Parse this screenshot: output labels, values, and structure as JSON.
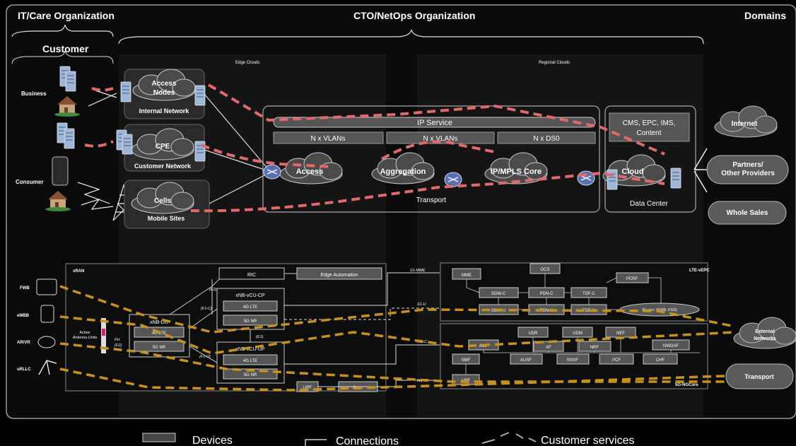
{
  "headers": {
    "it_care": "IT/Care Organization",
    "cto": "CTO/NetOps Organization",
    "domains": "Domains",
    "customer": "Customer",
    "edge_clouds": "Edge Clouds",
    "regional_clouds": "Regional Clouds"
  },
  "customers": {
    "business": "Business",
    "consumer": "Consumer"
  },
  "sites": {
    "access_nodes_line1": "Access",
    "access_nodes_line2": "Nodes",
    "internal_network": "Internal Network",
    "cpe": "CPE",
    "customer_network": "Customer Network",
    "cells": "Cells",
    "mobile_sites": "Mobile Sites"
  },
  "transport_block": {
    "ip_service": "IP Service",
    "vlans_1": "N x VLANs",
    "vlans_2": "N x VLANs",
    "ds0": "N x DS0",
    "access": "Access",
    "aggregation": "Aggregation",
    "ip_mpls_core": "IP/MPLS Core",
    "transport": "Transport"
  },
  "datacenter": {
    "content_line1": "CMS, EPC, IMS,",
    "content_line2": "Content",
    "cloud": "Cloud",
    "label": "Data Center"
  },
  "domains": {
    "internet": "Internet",
    "partners_line1": "Partners/",
    "partners_line2": "Other Providers",
    "whole_sales": "Whole Sales",
    "external_line1": "External",
    "external_line2": "Networks",
    "transport": "Transport"
  },
  "xran": {
    "title": "xRAN",
    "fwb": "FWB",
    "embb": "eMBB",
    "arvr": "AR/VR",
    "urllc": "uRLLC",
    "active_antenna_1": "Active",
    "active_antenna_2": "Antenna Units",
    "fh": "FH",
    "f2": "(F2)",
    "ric": "RIC",
    "edge_automation": "Edge Automation",
    "du": "xNB-DU",
    "du_lte": "4G LTE",
    "du_nr": "5G NR",
    "cucp": "xNB-vCU-CP",
    "cucp_lte": "4G LTE",
    "cucp_nr": "5G NR",
    "cuup": "xNB-vCU-UP",
    "cuup_lte": "4G LTE",
    "cuup_nr": "5G NR",
    "e2": "(E2)",
    "f1c": "(F1-C)",
    "f1u": "(F1-U)",
    "e1": "(E1)",
    "upf": "UPF",
    "apps": "Apps"
  },
  "epc": {
    "title": "LTE-vEPC",
    "s1mme": "S1-MME",
    "s1u": "S1-U",
    "mme": "MME",
    "ocs": "OCS",
    "pcrf": "PCRF",
    "sgwc": "SGW-C",
    "pdnc": "PDN-C",
    "tdfc": "TDF-C",
    "sgwu": "SGW-U",
    "pdnu": "PDN-U",
    "tdfu": "TDF-U",
    "ipserv": "IP serv. (FWB, FSS)"
  },
  "ngcore": {
    "title": "5G-NGCore",
    "ngc": "NG-C",
    "ngu": "NG-U",
    "udr": "UDR",
    "udm": "UDM",
    "nef": "NEF",
    "nwdaf": "NWDAF",
    "amf": "AMF",
    "af": "AF",
    "nrf": "NRF",
    "smf": "SMF",
    "ausf": "AUSF",
    "nssf": "NSSF",
    "pcf": "PCF",
    "chf": "CHF",
    "upf": "UPF"
  },
  "legend": {
    "devices": "Devices",
    "connections": "Connections",
    "customer_services": "Customer services"
  },
  "colors": {
    "pink_service": "#e06a6a",
    "gold_service": "#c8901e",
    "cloud": "#5a5a5a",
    "panel": "#111111"
  }
}
